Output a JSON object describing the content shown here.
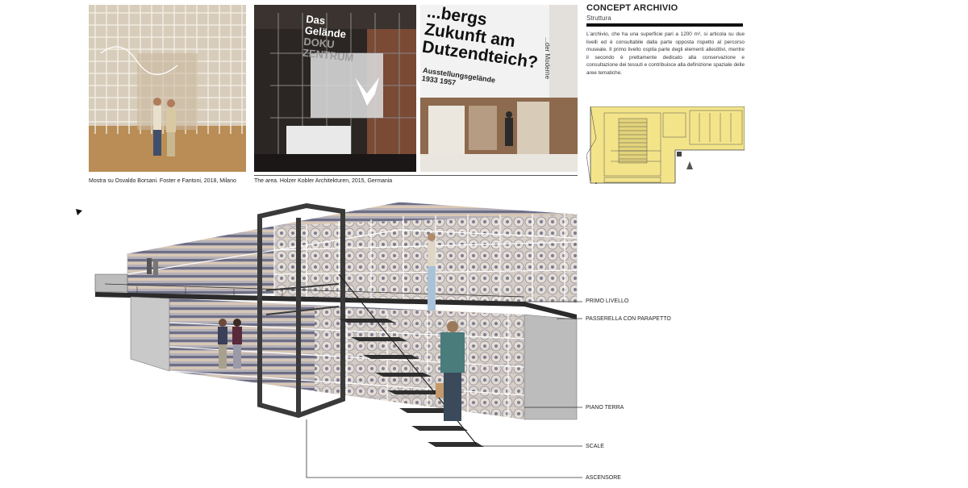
{
  "captions": {
    "borsani": "Mostra su Osvaldo Borsani. Foster e Fantoni, 2018, Milano",
    "holzer": "The area. Holzer Kobler Architekturen, 2015, Germania"
  },
  "photo_texts": {
    "gelande": [
      "Das",
      "Gelände",
      "DOKU",
      "ZENTRUM"
    ],
    "banner": [
      "...bergs",
      "Zukunft am",
      "Dutzendteich?"
    ],
    "banner_side": "...der Moderne",
    "ausstellung": [
      "Ausstellungsgelände",
      "1933 1957"
    ]
  },
  "concept": {
    "title": "CONCEPT ARCHIVIO",
    "subtitle": "Struttura",
    "description": "L’archivio, che ha una superficie pari a 1200 m², si articola su due livelli ed è consultabile dalla parte opposta rispetto al percorso museale. Il primo livello ospita parte degli elementi allestitivi, mentre il secondo è prettamente dedicato alla conservazione e consultazione dei tessuti e contribuisce alla definizione spaziale delle aree tematiche."
  },
  "labels": {
    "primo_livello": "PRIMO LIVELLO",
    "passerella": "PASSERELLA CON PARAPETTO",
    "piano_terra": "PIANO TERRA",
    "scale": "SCALE",
    "ascensore": "ASCENSORE"
  },
  "colors": {
    "plan_highlight": "#f3e48a",
    "roll_light": "#e8e0d6",
    "roll_dark": "#6d6f86",
    "steel": "#3a3a3a"
  }
}
